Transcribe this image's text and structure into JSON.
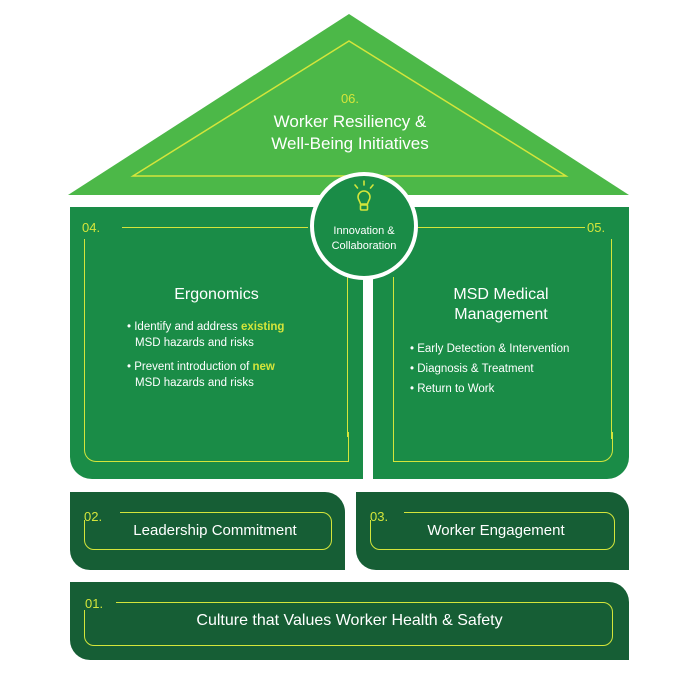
{
  "colors": {
    "roof": "#4cb848",
    "pillar": "#1a8c47",
    "foundation": "#165e35",
    "accent": "#d4e53b",
    "text": "#ffffff"
  },
  "roof": {
    "number": "06.",
    "title_line1": "Worker Resiliency &",
    "title_line2": "Well-Being Initiatives"
  },
  "hub": {
    "icon": "lightbulb-icon",
    "line1": "Innovation &",
    "line2": "Collaboration"
  },
  "pillars": [
    {
      "number": "04.",
      "title": "Ergonomics",
      "bullets": [
        {
          "before": "Identify and address ",
          "highlight": "existing",
          "after": " MSD hazards and risks"
        },
        {
          "before": "Prevent introduction of ",
          "highlight": "new",
          "after": " MSD hazards and risks"
        }
      ]
    },
    {
      "number": "05.",
      "title_line1": "MSD Medical",
      "title_line2": "Management",
      "bullets": [
        "Early Detection & Intervention",
        "Diagnosis & Treatment",
        "Return to Work"
      ]
    }
  ],
  "supports": [
    {
      "number": "02.",
      "label": "Leadership Commitment"
    },
    {
      "number": "03.",
      "label": "Worker Engagement"
    }
  ],
  "foundation": {
    "number": "01.",
    "label": "Culture that Values Worker Health & Safety"
  }
}
